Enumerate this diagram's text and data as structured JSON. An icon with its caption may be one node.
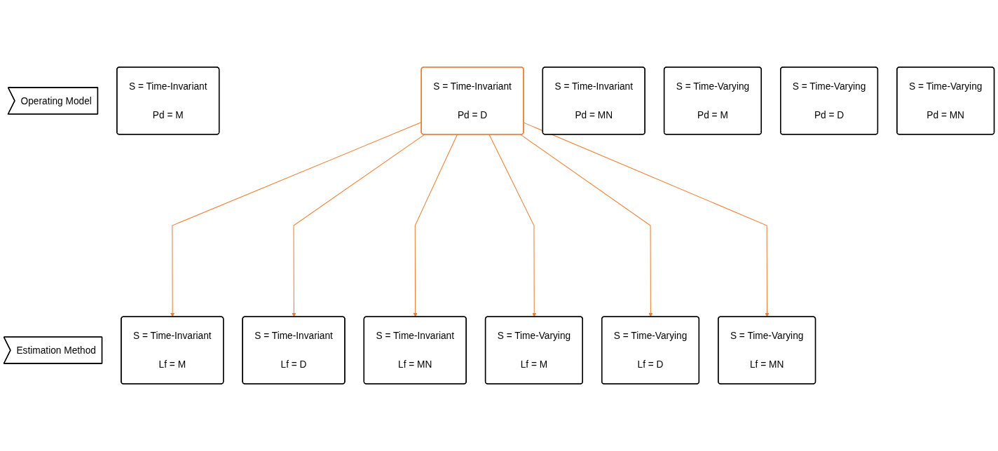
{
  "diagram": {
    "nodes": [
      {
        "text": [
          "Operating Model"
        ]
      },
      {
        "text": [
          "S = Time-Invariant",
          "Pd = M"
        ]
      },
      {
        "text": [
          "S = Time-Invariant",
          "Pd = D"
        ]
      },
      {
        "text": [
          "S = Time-Invariant",
          "Pd = MN"
        ]
      },
      {
        "text": [
          "S = Time-Varying",
          "Pd = M"
        ]
      },
      {
        "text": [
          "S = Time-Varying",
          "Pd = D"
        ]
      },
      {
        "text": [
          "S = Time-Varying",
          "Pd = MN"
        ]
      },
      {
        "text": [
          "Estimation Method"
        ]
      },
      {
        "text": [
          "S = Time-Invariant",
          "Lf = M"
        ]
      },
      {
        "text": [
          "S = Time-Invariant",
          "Lf = D"
        ]
      },
      {
        "text": [
          "S = Time-Invariant",
          "Lf = MN"
        ]
      },
      {
        "text": [
          "S = Time-Varying",
          "Lf = M"
        ]
      },
      {
        "text": [
          "S = Time-Varying",
          "Lf = D"
        ]
      },
      {
        "text": [
          "S = Time-Varying",
          "Lf = MN"
        ]
      }
    ],
    "edges": [
      {
        "from": 2,
        "to": 8,
        "arrow": "to",
        "color": "#ed7d31"
      },
      {
        "from": 2,
        "to": 9,
        "arrow": "to",
        "color": "#ed7d31"
      },
      {
        "from": 2,
        "to": 10,
        "arrow": "to",
        "color": "#ed7d31"
      },
      {
        "from": 2,
        "to": 11,
        "arrow": "to",
        "color": "#ed7d31"
      },
      {
        "from": 2,
        "to": 12,
        "arrow": "to",
        "color": "#ed7d31"
      },
      {
        "from": 2,
        "to": 13,
        "arrow": "to",
        "color": "#ed7d31"
      }
    ]
  }
}
